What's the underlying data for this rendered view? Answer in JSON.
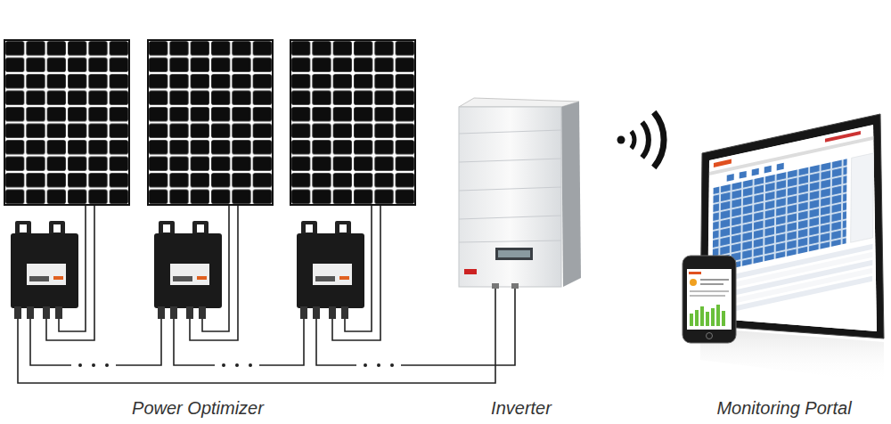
{
  "diagram": {
    "labels": [
      "Power Optimizer",
      "Inverter",
      "Monitoring Portal"
    ]
  }
}
